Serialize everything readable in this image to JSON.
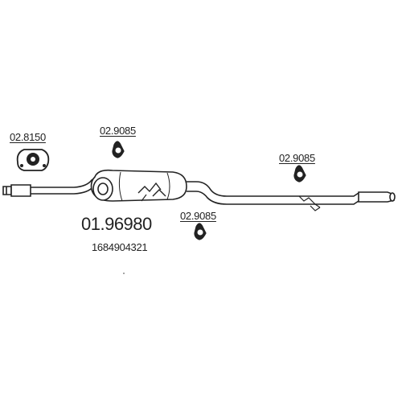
{
  "diagram": {
    "main_part_number": "01.96980",
    "oem_number": "1684904321",
    "parts": [
      {
        "label": "02.8150",
        "icon": "exhaust-mount-bracket-icon"
      },
      {
        "label": "02.9085",
        "icon": "rubber-hanger-icon"
      },
      {
        "label": "02.9085",
        "icon": "rubber-hanger-icon"
      },
      {
        "label": "02.9085",
        "icon": "rubber-hanger-icon"
      }
    ]
  },
  "colors": {
    "line": "#222222",
    "fill": "#ffffff",
    "shade": "#555555",
    "background": "#ffffff"
  }
}
